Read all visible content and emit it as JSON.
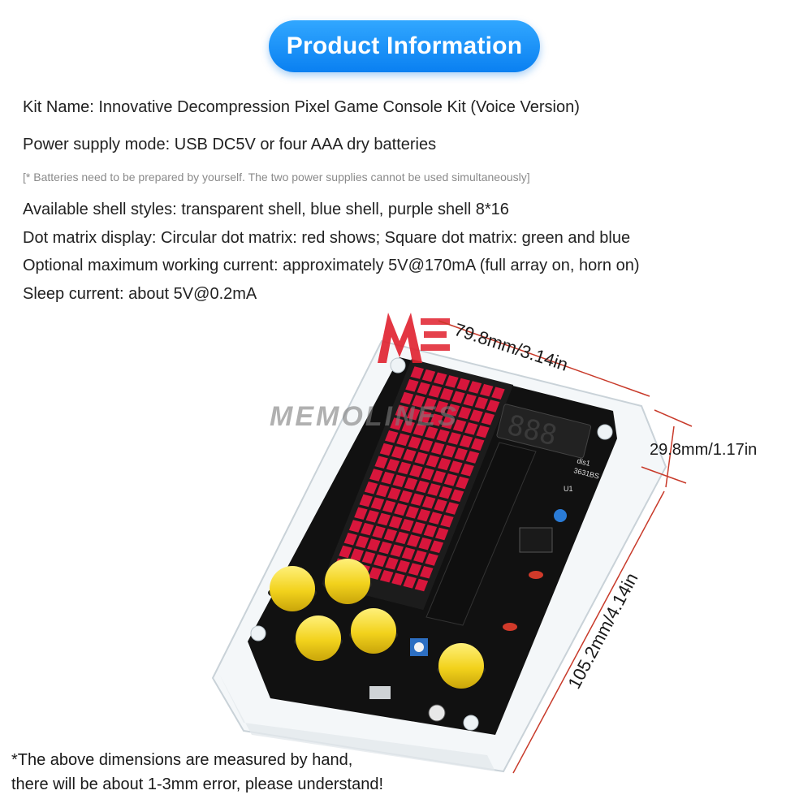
{
  "header": {
    "title": "Product Information"
  },
  "specs": [
    "Kit Name: Innovative Decompression Pixel Game Console Kit (Voice Version)",
    "Power supply mode: USB DC5V or four AAA dry batteries",
    "Available shell styles: transparent shell, blue shell, purple shell 8*16",
    "Dot matrix display: Circular dot matrix: red shows; Square dot matrix: green and blue",
    "Optional maximum working current: approximately 5V@170mA (full array on, horn on)",
    "Sleep current: about 5V@0.2mA"
  ],
  "battery_note": "[* Batteries need to be prepared by yourself. The two power supplies cannot be used simultaneously]",
  "dimensions": {
    "width": "79.8mm/3.14in",
    "height": "29.8mm/1.17in",
    "length": "105.2mm/4.14in"
  },
  "watermark": "MEMOLINES",
  "board_labels": {
    "display": "dis1",
    "display_model": "3631BS",
    "chip": "U1"
  },
  "footnote": [
    "*The above dimensions are measured by hand,",
    "there will be about 1-3mm error, please understand!"
  ],
  "colors": {
    "accent": "#0a80f1",
    "board": "#111111",
    "led": "#d8163c",
    "button": "#f2d21c"
  }
}
